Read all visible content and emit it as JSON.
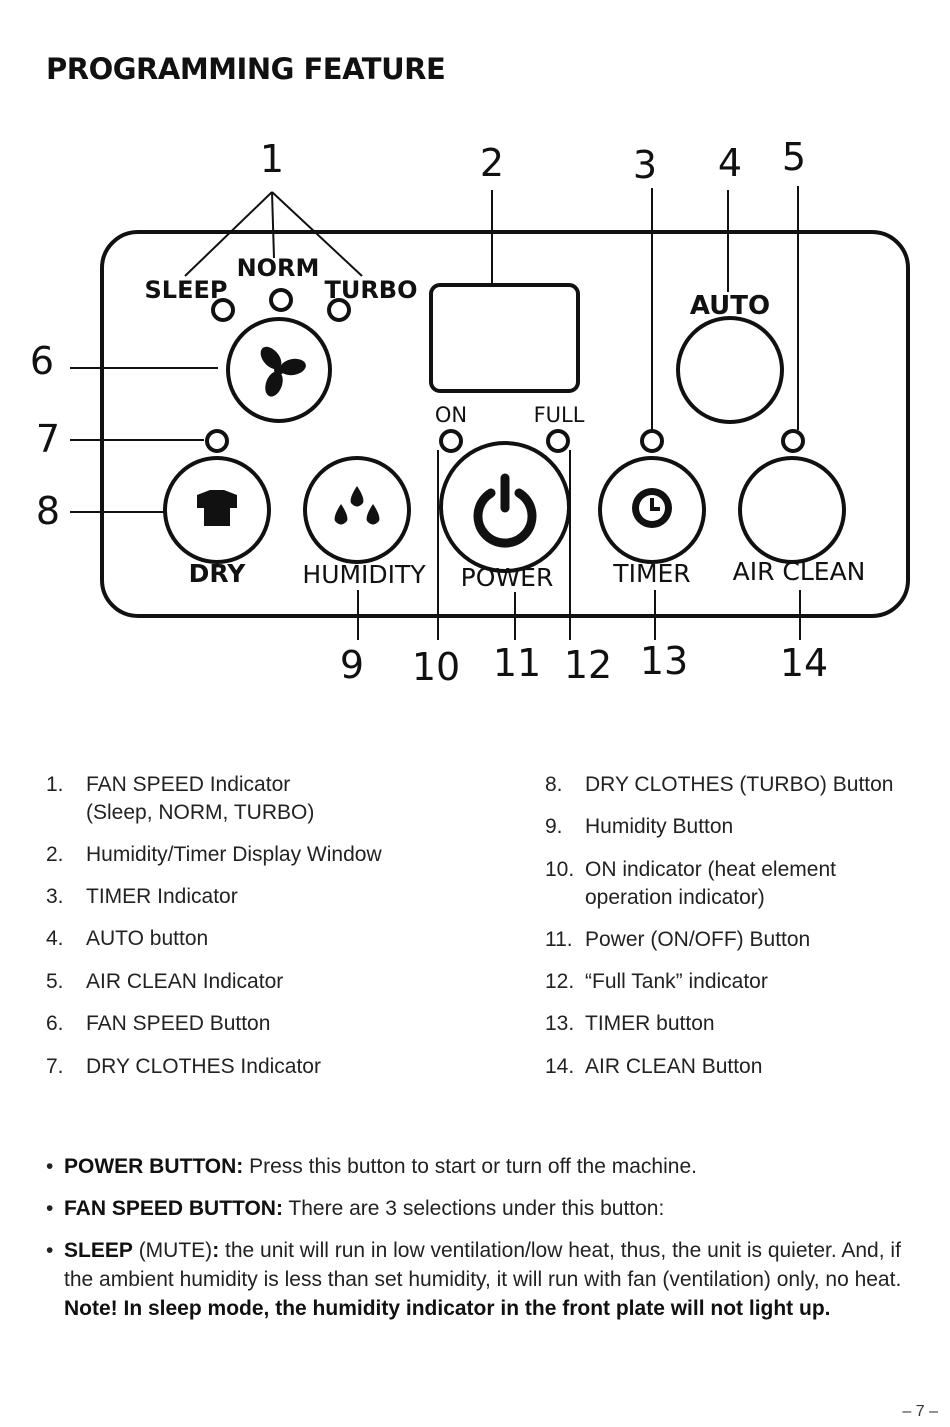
{
  "title": "PROGRAMMING FEATURE",
  "diagram": {
    "callouts": [
      "1",
      "2",
      "3",
      "4",
      "5",
      "6",
      "7",
      "8",
      "9",
      "10",
      "11",
      "12",
      "13",
      "14"
    ],
    "panel_labels": {
      "sleep": "SLEEP",
      "norm": "NORM",
      "turbo": "TURBO",
      "auto": "AUTO",
      "on": "ON",
      "full": "FULL",
      "dry": "DRY",
      "humidity": "HUMIDITY",
      "power": "POWER",
      "timer": "TIMER",
      "air_clean": "AIR CLEAN"
    },
    "icons": {
      "fan": "fan-icon",
      "shirt": "shirt-icon",
      "drops": "water-drops-icon",
      "power": "power-icon",
      "clock": "clock-icon"
    }
  },
  "legend_left": [
    {
      "num": "1.",
      "text": "FAN SPEED Indicator",
      "text2": "(Sleep, NORM, TURBO)"
    },
    {
      "num": "2.",
      "text": "Humidity/Timer Display Window"
    },
    {
      "num": "3.",
      "text": "TIMER Indicator"
    },
    {
      "num": "4.",
      "text": "AUTO button"
    },
    {
      "num": "5.",
      "text": "AIR CLEAN Indicator"
    },
    {
      "num": "6.",
      "text": "FAN SPEED Button"
    },
    {
      "num": "7.",
      "text": "DRY CLOTHES Indicator"
    }
  ],
  "legend_right": [
    {
      "num": "8.",
      "text": "DRY CLOTHES (TURBO) Button"
    },
    {
      "num": "9.",
      "text": "Humidity Button"
    },
    {
      "num": "10.",
      "text": "ON indicator (heat element",
      "text2": "operation indicator)"
    },
    {
      "num": "11.",
      "text": "Power (ON/OFF) Button"
    },
    {
      "num": "12.",
      "text": "“Full Tank” indicator"
    },
    {
      "num": "13.",
      "text": "TIMER button"
    },
    {
      "num": "14.",
      "text": "AIR CLEAN Button"
    }
  ],
  "bullets": [
    {
      "bold": "POWER BUTTON:",
      "text": " Press this button to start or turn off the machine."
    },
    {
      "bold": "FAN SPEED BUTTON:",
      "text": " There are 3 selections under this button:"
    },
    {
      "bold": "SLEEP",
      "text": " (MUTE)",
      "bold2": ":",
      "text2": " the unit will run in low ventilation/low heat, thus, the unit is quieter. And, if the ambient humidity is less than set humidity, it will run with fan (ventilation) only, no heat. ",
      "bold3": "Note! In sleep mode, the humidity indicator in the front plate will not light up."
    }
  ],
  "page_number": "– 7 –"
}
